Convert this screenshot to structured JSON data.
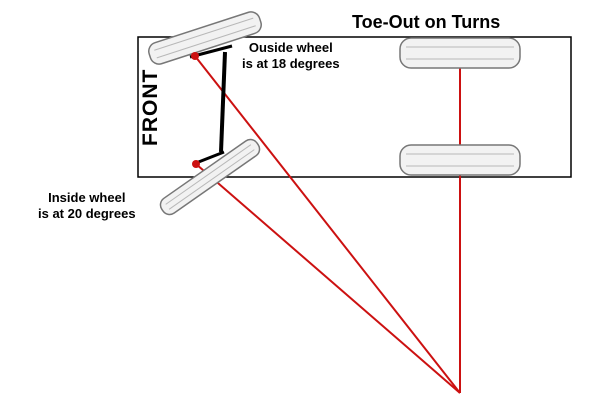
{
  "diagram": {
    "title": "Toe-Out on Turns",
    "front_label": "FRONT",
    "outside_wheel": {
      "line1": "Ouside wheel",
      "line2": "is at 18 degrees",
      "angle_deg": 18
    },
    "inside_wheel": {
      "line1": "Inside wheel",
      "line2": "is at 20 degrees",
      "angle_deg": 20
    },
    "colors": {
      "ray": "#cc1111",
      "frame": "#000000",
      "tire_fill": "#f2f2f2",
      "tire_stroke": "#777777"
    }
  }
}
